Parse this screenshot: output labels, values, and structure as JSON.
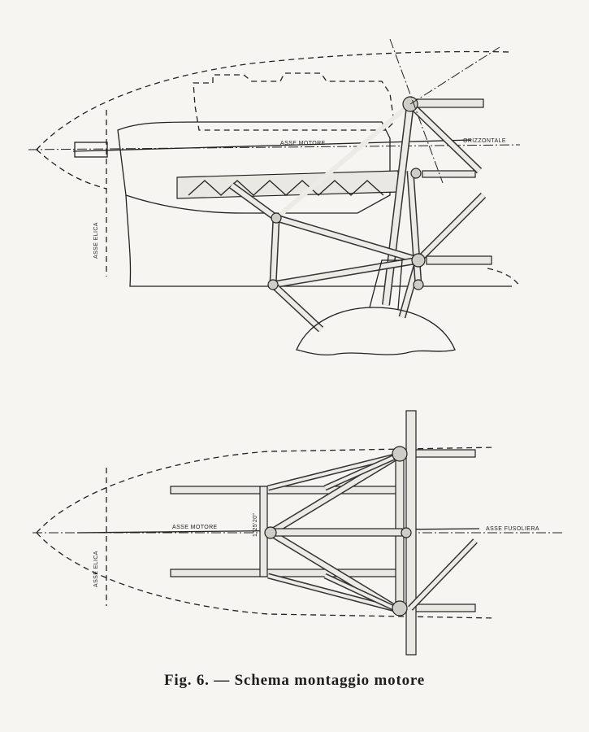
{
  "figure": {
    "caption": "Fig. 6. — Schema montaggio motore",
    "side_view": {
      "label_motor_axis": "ASSE MOTORE",
      "label_horizontal": "ORIZZONTALE",
      "label_propeller_axis": "ASSE ELICA"
    },
    "top_view": {
      "label_motor_axis": "ASSE MOTORE",
      "label_fuselage_axis": "ASSE FUSOLIERA",
      "label_propeller_axis": "ASSE ELICA",
      "label_angle": "1°25'20\""
    }
  }
}
